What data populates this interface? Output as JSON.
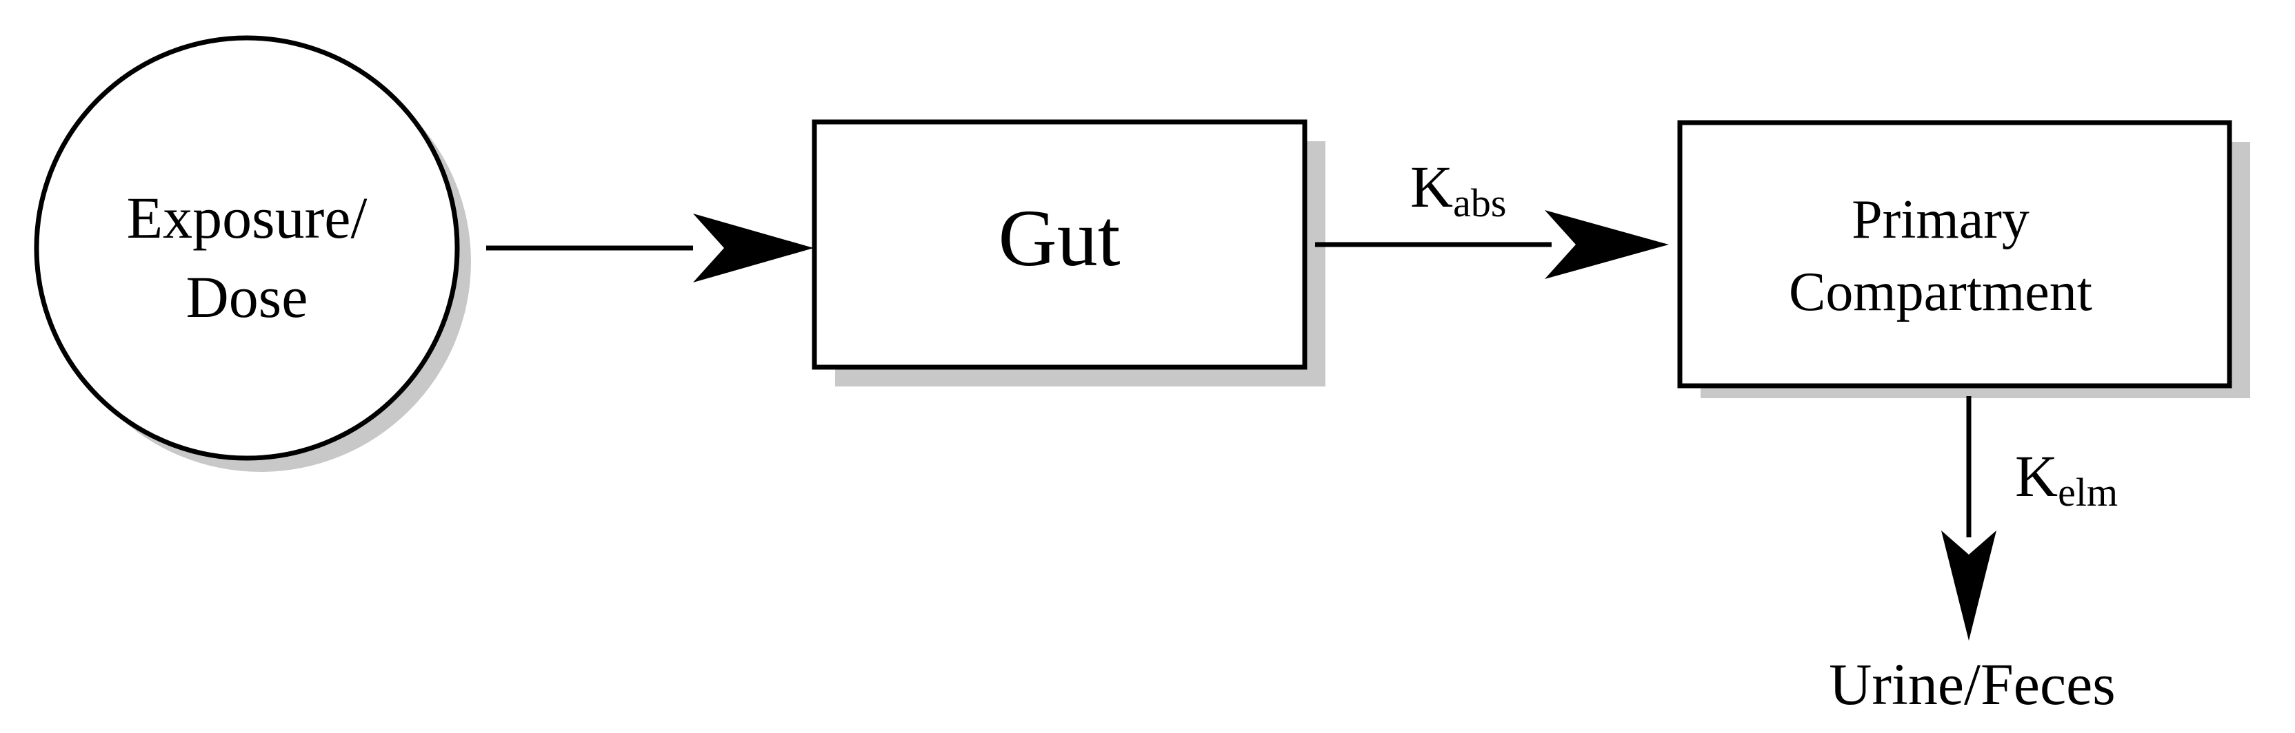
{
  "nodes": {
    "exposure": {
      "line1": "Exposure/",
      "line2": "Dose"
    },
    "gut": {
      "label": "Gut"
    },
    "primary": {
      "line1": "Primary",
      "line2": "Compartment"
    },
    "output": {
      "label": "Urine/Feces"
    }
  },
  "rates": {
    "absorption": {
      "symbol": "K",
      "subscript": "abs"
    },
    "elimination": {
      "symbol": "K",
      "subscript": "elm"
    }
  },
  "colors": {
    "stroke": "#000000",
    "shadow": "#c8c8c8",
    "background": "#ffffff"
  }
}
